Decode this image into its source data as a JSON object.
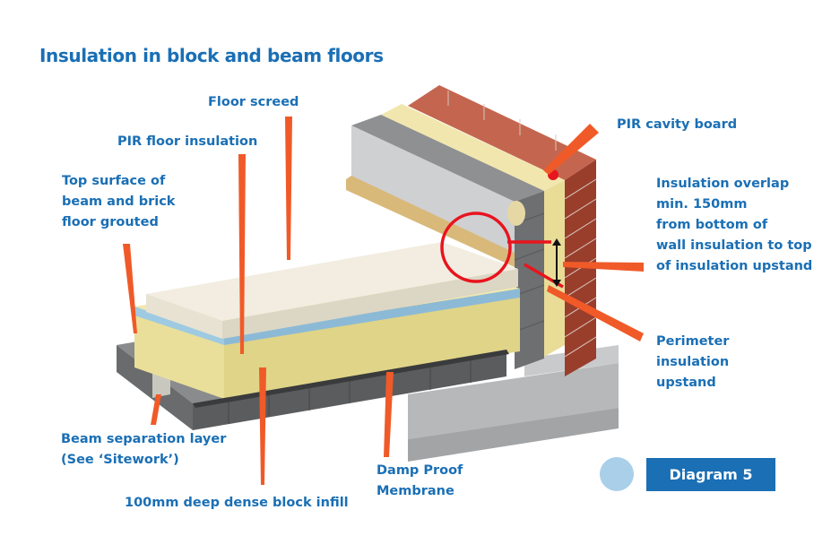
{
  "title": "Insulation in block and beam floors",
  "labels": {
    "floor_screed": "Floor screed",
    "pir_floor_insulation": "PIR floor insulation",
    "top_surface": [
      "Top surface of",
      "beam and brick",
      "floor grouted"
    ],
    "pir_cavity_board": "PIR cavity board",
    "insulation_overlap": [
      "Insulation overlap",
      "min. 150mm",
      "from bottom of",
      "wall insulation to top",
      "of insulation upstand"
    ],
    "perimeter_upstand": [
      "Perimeter",
      "insulation",
      "upstand"
    ],
    "beam_separation": [
      "Beam separation layer",
      "(See ‘Sitework’)"
    ],
    "dense_block": "100mm deep dense block infill",
    "dpm": [
      "Damp Proof",
      "Membrane"
    ]
  },
  "badge": {
    "label": "Diagram 5"
  },
  "colors": {
    "title_text": "#1a6fb5",
    "leader": "#f05a28",
    "highlight_circle": "#e8141e",
    "badge_bg": "#1a6fb5",
    "badge_dot": "#a9cfe9",
    "screed": "#f3eedf",
    "pir_insulation": "#f3e9b0",
    "block": "#8c8d8f",
    "brick": "#b5553f"
  }
}
